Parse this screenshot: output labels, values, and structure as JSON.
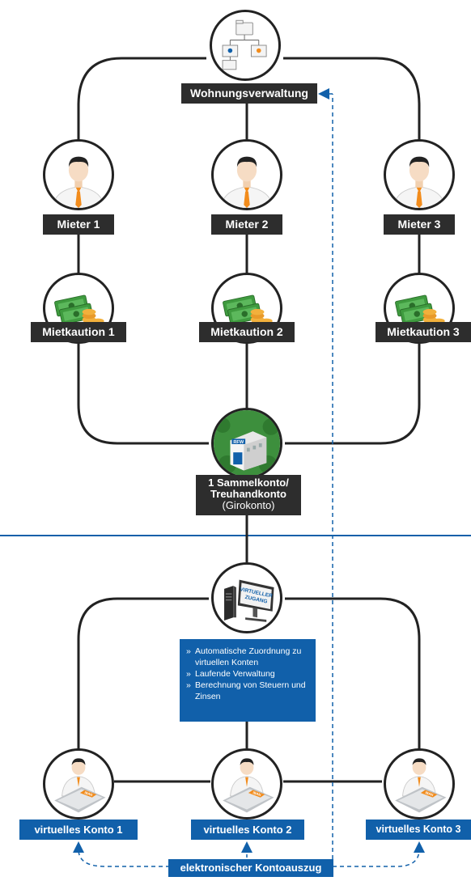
{
  "top_node": {
    "label": "Wohnungsverwaltung",
    "icon": "folder-tree-icon"
  },
  "tenants": [
    {
      "label": "Mieter 1",
      "icon": "person-icon"
    },
    {
      "label": "Mieter 2",
      "icon": "person-icon"
    },
    {
      "label": "Mieter 3",
      "icon": "person-icon"
    }
  ],
  "deposits": [
    {
      "label": "Mietkaution 1",
      "icon": "money-icon"
    },
    {
      "label": "Mietkaution 2",
      "icon": "money-icon"
    },
    {
      "label": "Mietkaution 3",
      "icon": "money-icon"
    }
  ],
  "collective_account": {
    "line1": "1 Sammelkonto/",
    "line2": "Treuhandkonto",
    "line3": "(Girokonto)",
    "icon": "bank-building-icon",
    "bank_sign": "RFW"
  },
  "virtual_access": {
    "screen_line1": "VIRTUELLER",
    "screen_line2": "ZUGANG",
    "icon": "computer-icon"
  },
  "features": [
    "Automatische Zuordnung zu virtuellen Konten",
    "Laufende Verwaltung",
    "Berechnung von Steuern und Zinsen"
  ],
  "virtual_accounts": [
    {
      "label": "virtuelles Konto 1",
      "badge": "IBAN"
    },
    {
      "label": "virtuelles Konto 2",
      "badge": "IBAN"
    },
    {
      "label": "virtuelles Konto 3",
      "badge": "IBAN"
    }
  ],
  "statement": {
    "label": "elektronischer Kontoauszug"
  },
  "colors": {
    "dark": "#2d2d2d",
    "blue": "#1160aa",
    "tie": "#f28c1c",
    "money": "#3f9b3f"
  }
}
